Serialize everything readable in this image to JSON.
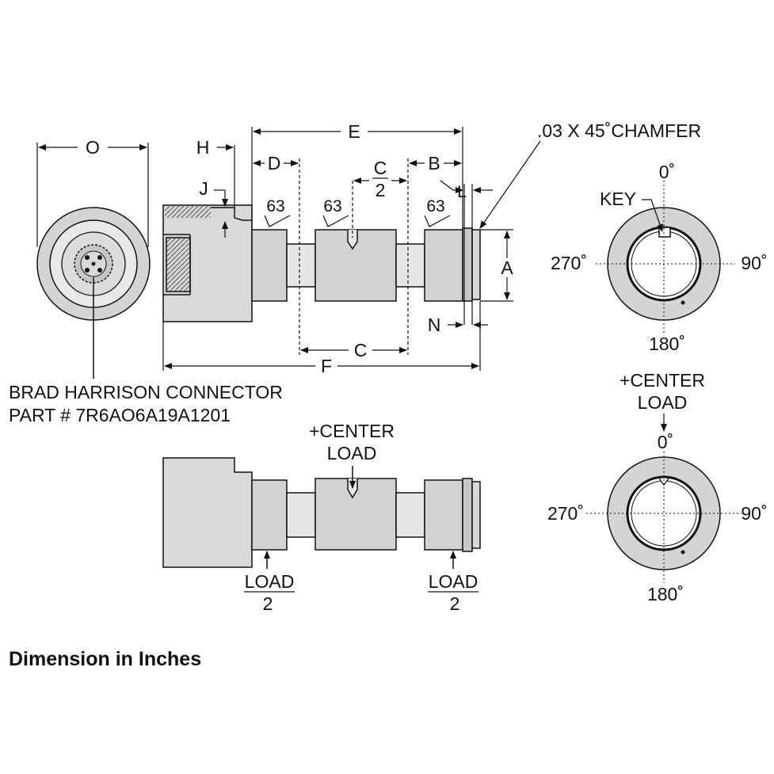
{
  "labels": {
    "dim_O": "O",
    "dim_H": "H",
    "dim_J": "J",
    "dim_E": "E",
    "dim_D": "D",
    "dim_C_top_num": "C",
    "dim_C_top_den": "2",
    "dim_B": "B",
    "dim_L": "L",
    "dim_A": "A",
    "dim_N": "N",
    "dim_C": "C",
    "dim_F": "F",
    "chamfer": ".03 X 45˚CHAMFER",
    "finish_1": "63",
    "finish_2": "63",
    "finish_3": "63",
    "connector_line1": "BRAD HARRISON CONNECTOR",
    "connector_line2": "PART # 7R6AO6A19A1201",
    "key": "KEY",
    "deg_0_top": "0˚",
    "deg_90_top": "90˚",
    "deg_180_top": "180˚",
    "deg_270_top": "270˚",
    "center_load_top_1": "+CENTER",
    "center_load_top_2": "LOAD",
    "deg_0_bot": "0˚",
    "deg_90_bot": "90˚",
    "deg_180_bot": "180˚",
    "deg_270_bot": "270˚",
    "center_load_mid_1": "+CENTER",
    "center_load_mid_2": "LOAD",
    "load_left_num": "LOAD",
    "load_left_den": "2",
    "load_right_num": "LOAD",
    "load_right_den": "2"
  },
  "caption": "Dimension in Inches",
  "colors": {
    "line": "#111111",
    "fill_light": "#e4e4e4",
    "fill_mid": "#cfcfcf",
    "fill_dark": "#bdbdbd"
  }
}
